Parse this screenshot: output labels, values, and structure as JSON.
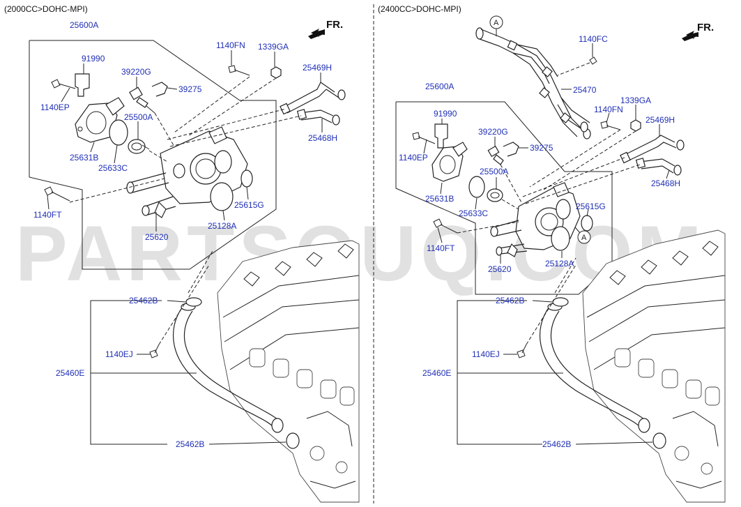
{
  "sections": [
    {
      "header": "(2000CC>DOHC-MPI)"
    },
    {
      "header": "(2400CC>DOHC-MPI)"
    }
  ],
  "direction_label": "FR.",
  "watermark": "PARTSOUQ.COM",
  "circle_marker": "A",
  "left_parts": {
    "p25600A": "25600A",
    "p91990": "91990",
    "p1140EP": "1140EP",
    "p39220G": "39220G",
    "p39275": "39275",
    "p25500A": "25500A",
    "p25631B": "25631B",
    "p25633C": "25633C",
    "p1140FT": "1140FT",
    "p1140FN": "1140FN",
    "p1339GA": "1339GA",
    "p25469H": "25469H",
    "p25468H": "25468H",
    "p25615G": "25615G",
    "p25128A": "25128A",
    "p25620": "25620",
    "p25462B_top": "25462B",
    "p1140EJ": "1140EJ",
    "p25460E": "25460E",
    "p25462B_bottom": "25462B"
  },
  "right_parts": {
    "p1140FC": "1140FC",
    "p25470": "25470",
    "p25600A": "25600A",
    "p91990": "91990",
    "p1140FN": "1140FN",
    "p1339GA": "1339GA",
    "p25469H": "25469H",
    "p39220G": "39220G",
    "p39275": "39275",
    "p1140EP": "1140EP",
    "p25500A": "25500A",
    "p25468H": "25468H",
    "p25631B": "25631B",
    "p25615G": "25615G",
    "p25633C": "25633C",
    "p1140FT": "1140FT",
    "p25128A": "25128A",
    "p25620": "25620",
    "p25462B_top": "25462B",
    "p1140EJ": "1140EJ",
    "p25460E": "25460E",
    "p25462B_bottom": "25462B"
  }
}
